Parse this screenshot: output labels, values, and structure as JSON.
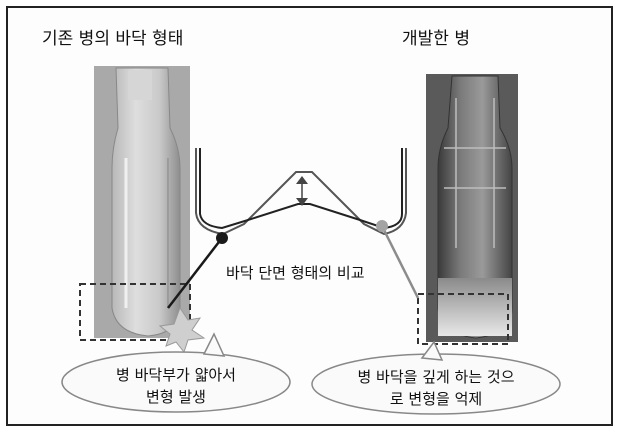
{
  "labels": {
    "existing_bottle": "기존 병의 바닥 형태",
    "developed_bottle": "개발한 병",
    "comparison": "바닥 단면 형태의 비교"
  },
  "callouts": {
    "existing": [
      "병 바닥부가 얇아서",
      "변형 발생"
    ],
    "developed": [
      "병 바닥을 깊게 하는 것으",
      "로 변형을 억제"
    ]
  },
  "colors": {
    "existing_marker": "#1a1a1a",
    "developed_marker": "#9a9a9a",
    "frame": "#222222"
  }
}
